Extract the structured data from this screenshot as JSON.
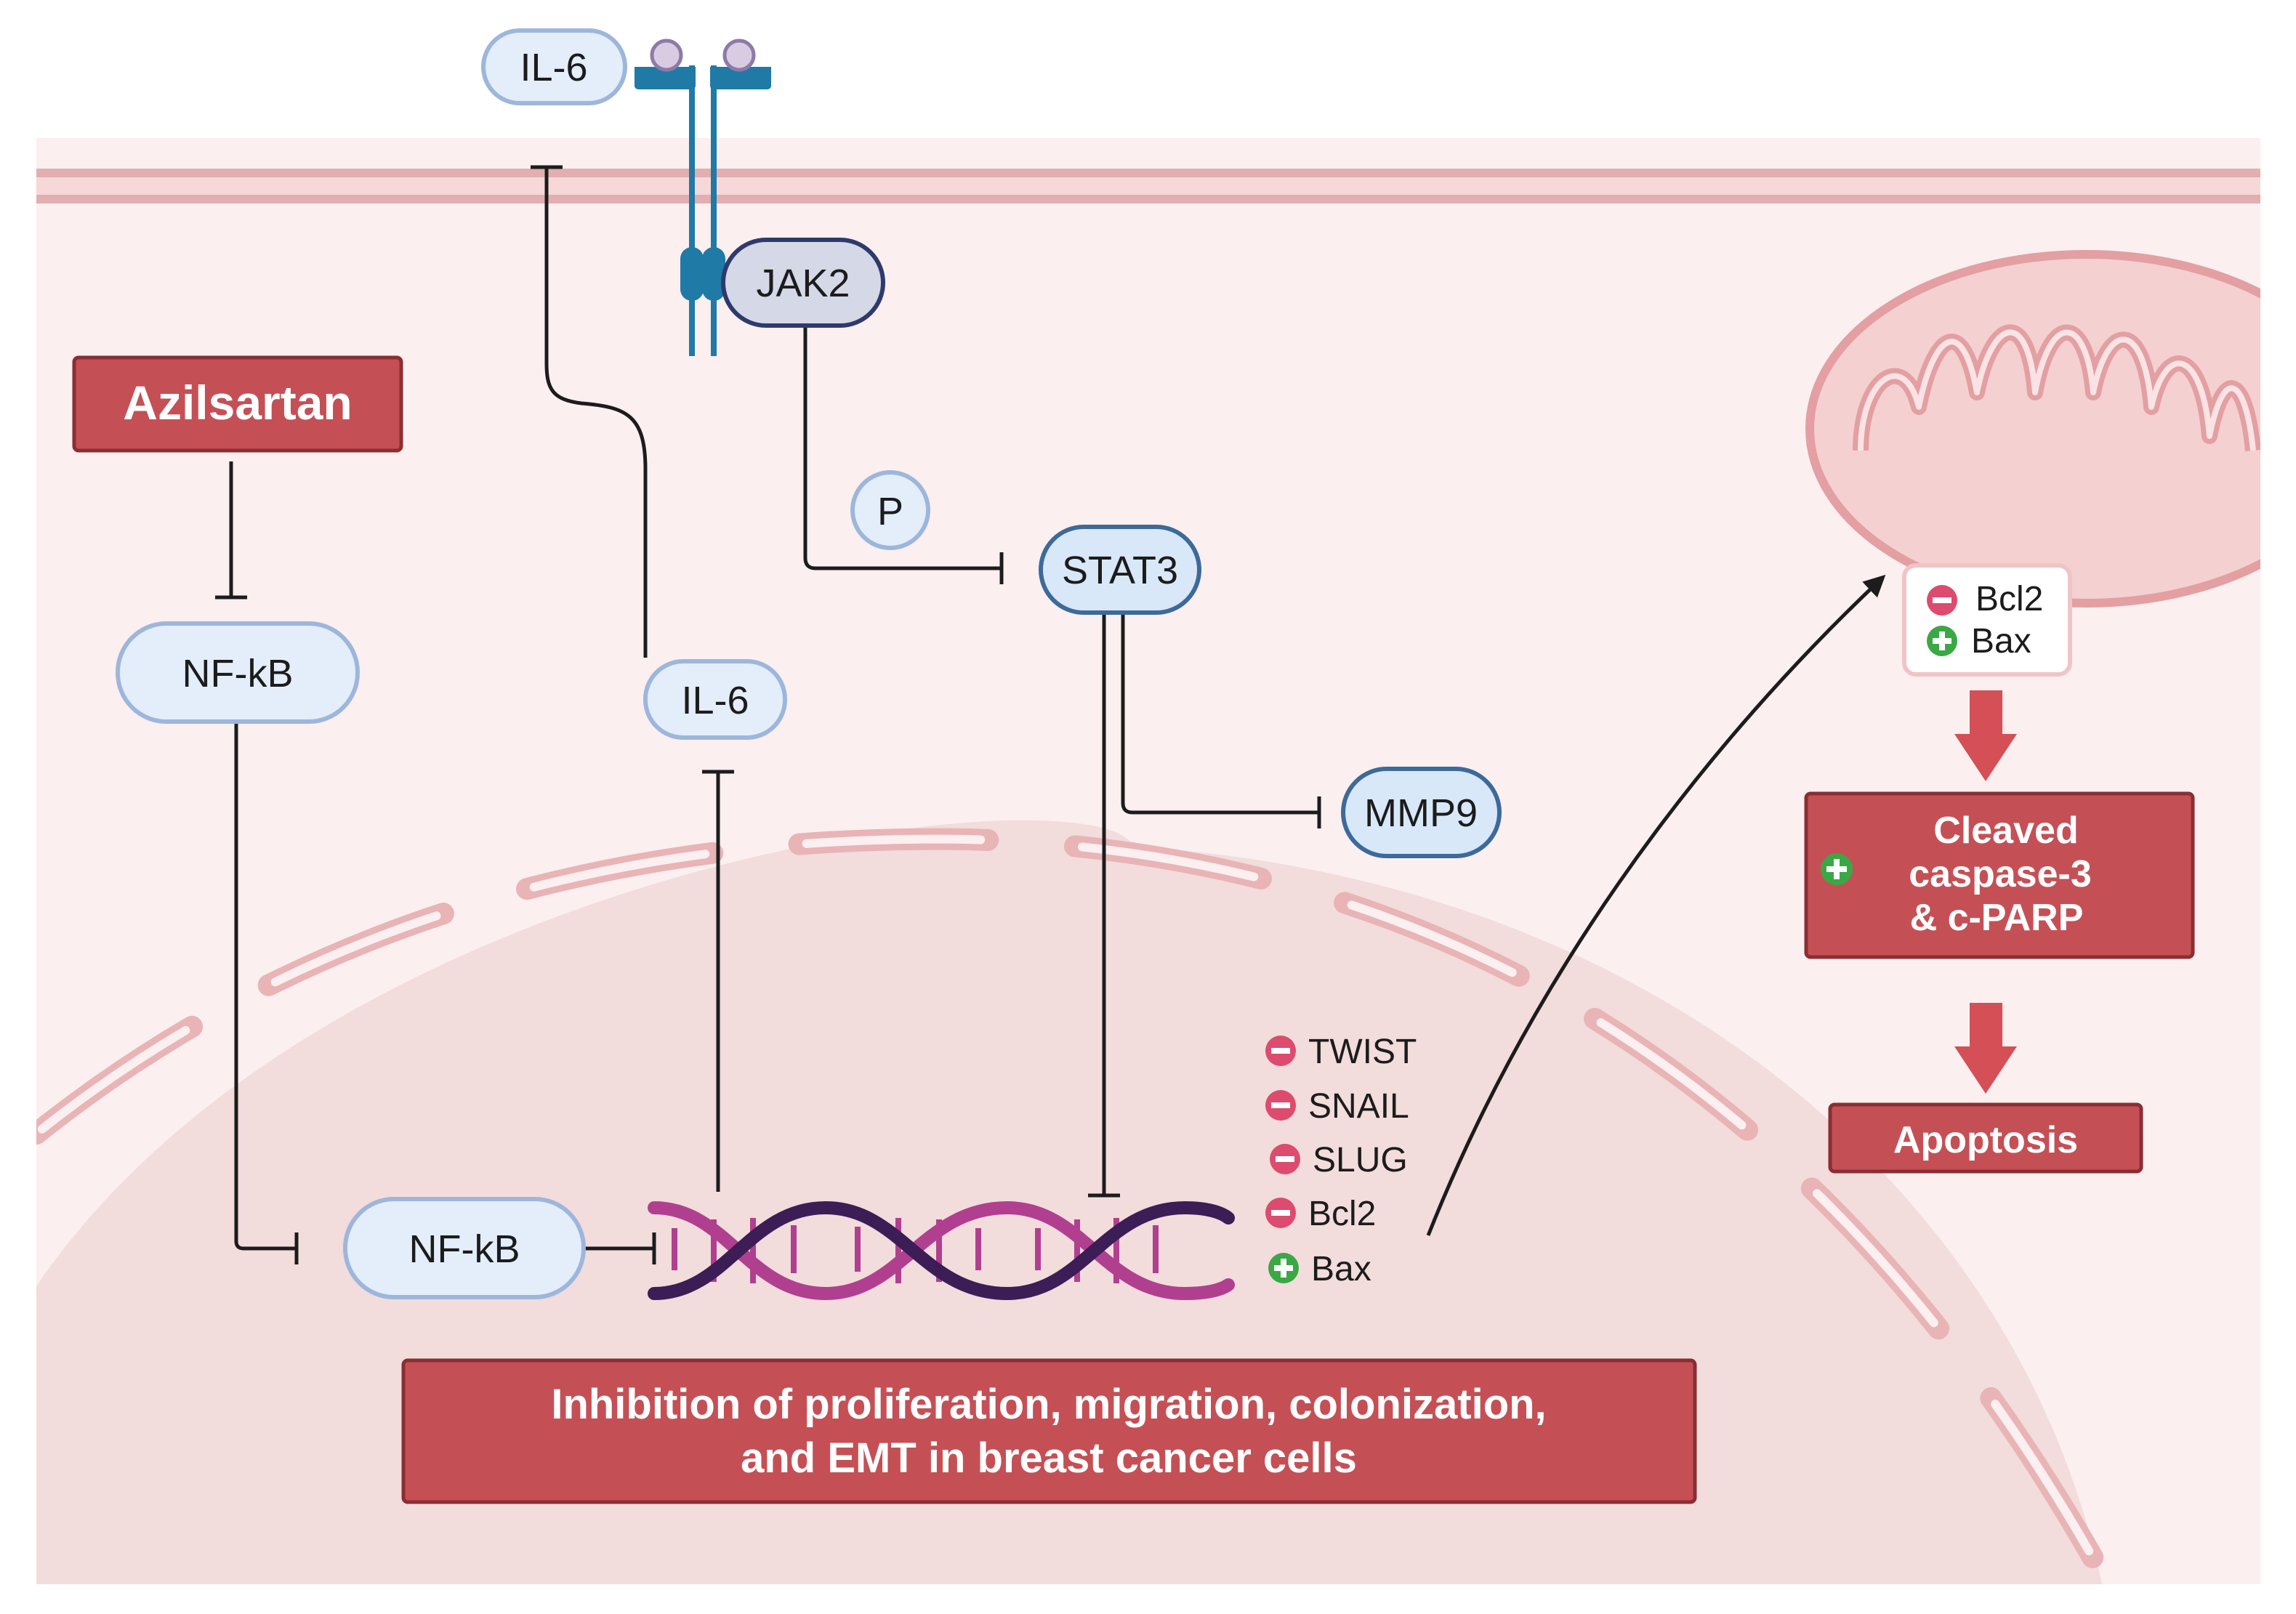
{
  "drug": "Azilsartan",
  "nodes": {
    "il6_extracellular": "IL-6",
    "jak2": "JAK2",
    "phospho": "P",
    "stat3": "STAT3",
    "nfkb_cytoplasm": "NF-kB",
    "il6_cytoplasm": "IL-6",
    "mmp9": "MMP9",
    "nfkb_nuclear": "NF-kB"
  },
  "gene_effects": [
    {
      "sign": "minus",
      "label": "TWIST"
    },
    {
      "sign": "minus",
      "label": "SNAIL"
    },
    {
      "sign": "minus",
      "label": "SLUG"
    },
    {
      "sign": "minus",
      "label": "Bcl2"
    },
    {
      "sign": "plus",
      "label": "Bax"
    }
  ],
  "mito_effects": [
    {
      "sign": "minus",
      "label": "Bcl2"
    },
    {
      "sign": "plus",
      "label": "Bax"
    }
  ],
  "caspase": {
    "sign": "plus",
    "lines": [
      "Cleaved",
      "caspase-3",
      "& c-PARP"
    ]
  },
  "apoptosis": "Apoptosis",
  "outcome": {
    "lines": [
      "Inhibition of proliferation, migration, colonization,",
      "and EMT in breast cancer cells"
    ]
  },
  "colors": {
    "box_fill": "#c45055",
    "box_stroke": "#8a2e33",
    "node_fill": "#e3eefa",
    "node_stroke": "#9db6db",
    "stat3_fill": "#d8e8f8",
    "stat3_stroke": "#3c6a9a",
    "jak2_fill": "#d5d8e6",
    "jak2_stroke": "#2f3a6b",
    "receptor": "#1f7aa6",
    "cell_bg": "#fbeff0",
    "nucleus_fill": "#f2dcdc",
    "membrane": "#e8b6b8",
    "minus_color": "#dd4b6e",
    "plus_color": "#3aa845",
    "dna_purple": "#b0408f",
    "dna_dark": "#3c1d55"
  },
  "icons": {
    "minus": "minus-circle-icon",
    "plus": "plus-circle-icon",
    "receptor": "il6-receptor-icon",
    "dna": "dna-helix-icon",
    "mitochondrion": "mitochondrion-icon"
  }
}
